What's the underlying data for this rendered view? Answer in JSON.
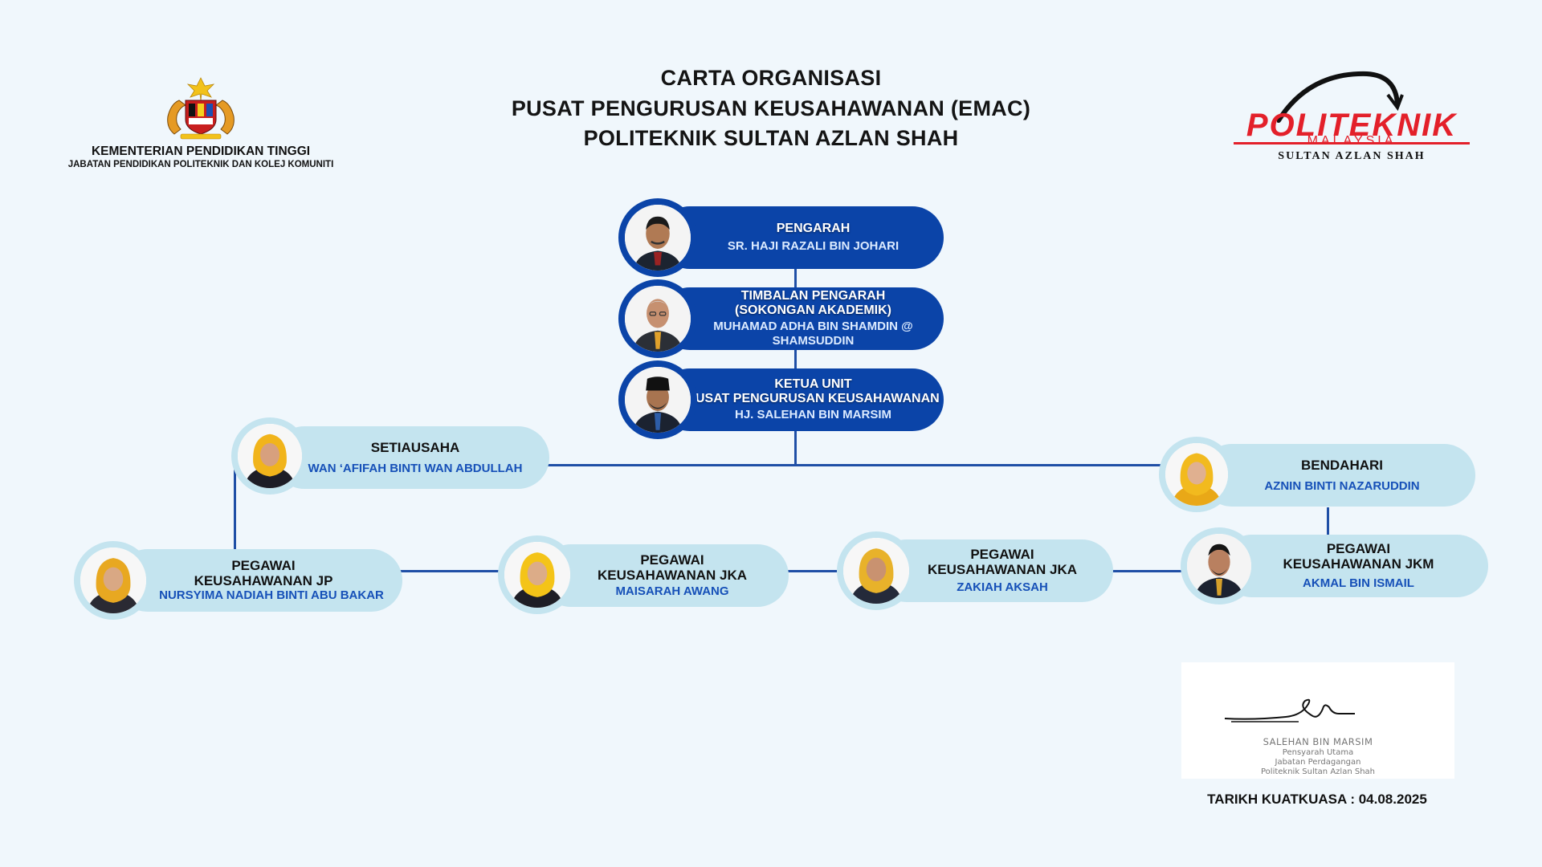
{
  "header": {
    "title_lines": [
      "CARTA ORGANISASI",
      "PUSAT PENGURUSAN KEUSAHAWANAN (EMAC)",
      "POLITEKNIK SULTAN AZLAN SHAH"
    ],
    "ministry_name": "KEMENTERIAN PENDIDIKAN TINGGI",
    "ministry_department": "JABATAN PENDIDIKAN POLITEKNIK DAN KOLEJ KOMUNITI",
    "logo_word": "POLITEKNIK",
    "logo_sub": "MALAYSIA",
    "logo_campus": "SULTAN AZLAN SHAH"
  },
  "nodes": {
    "pengarah": {
      "title": "PENGARAH",
      "name": "SR. HAJI RAZALI BIN JOHARI"
    },
    "timbalan": {
      "title": "TIMBALAN PENGARAH\n(SOKONGAN AKADEMIK)",
      "name": "MUHAMAD ADHA BIN SHAMDIN @\nSHAMSUDDIN"
    },
    "ketua": {
      "title": "KETUA UNIT\nPUSAT PENGURUSAN KEUSAHAWANAN",
      "name": "HJ. SALEHAN BIN MARSIM"
    },
    "setiausaha": {
      "title": "SETIAUSAHA",
      "name": "WAN ‘AFIFAH BINTI WAN ABDULLAH"
    },
    "bendahari": {
      "title": "BENDAHARI",
      "name": "AZNIN BINTI NAZARUDDIN"
    },
    "pegawai_jp": {
      "title": "PEGAWAI\nKEUSAHAWANAN JP",
      "name": "NURSYIMA NADIAH BINTI ABU BAKAR"
    },
    "pegawai_jka_1": {
      "title": "PEGAWAI\nKEUSAHAWANAN JKA",
      "name": "MAISARAH AWANG"
    },
    "pegawai_jka_2": {
      "title": "PEGAWAI\nKEUSAHAWANAN JKA",
      "name": "ZAKIAH AKSAH"
    },
    "pegawai_jkm": {
      "title": "PEGAWAI\nKEUSAHAWANAN JKM",
      "name": "AKMAL BIN ISMAIL"
    }
  },
  "signature": {
    "name": "SALEHAN BIN MARSIM",
    "position": "Pensyarah Utama",
    "department": "Jabatan Perdagangan",
    "institution": "Politeknik Sultan Azlan Shah"
  },
  "effective_date": "TARIKH KUATKUASA : 04.08.2025",
  "colors": {
    "dark_card": "#0b44a8",
    "light_card": "#c4e4ef",
    "connector": "#1f4fa6",
    "logo_red": "#e3202a"
  }
}
